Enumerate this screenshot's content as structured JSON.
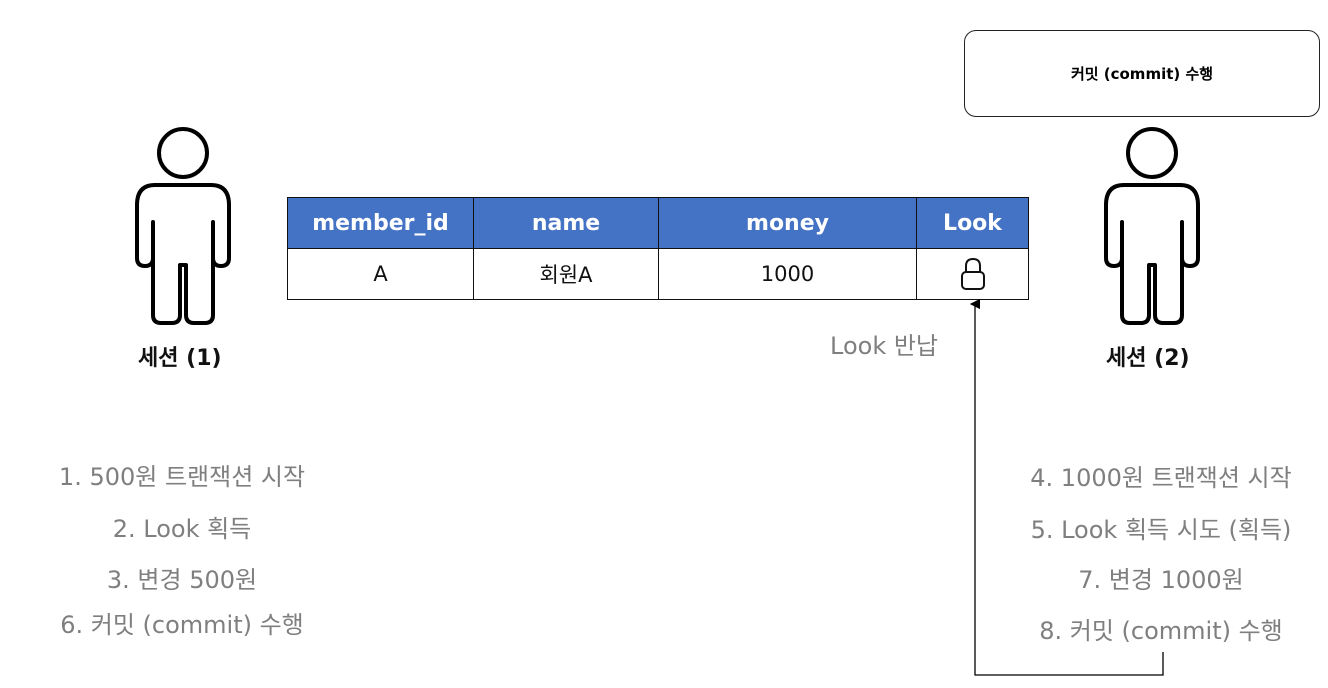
{
  "commit_box": {
    "label": "커밋 (commit) 수행"
  },
  "session1": {
    "label": "세션",
    "num": "(1)"
  },
  "session2": {
    "label": "세션",
    "num": "(2)"
  },
  "table": {
    "headers": [
      "member_id",
      "name",
      "money",
      "Look"
    ],
    "row": {
      "member_id": "A",
      "name": "회원A",
      "money": "1000",
      "look_icon": "lock-icon"
    }
  },
  "lock_return_label": "Look 반납",
  "session1_steps": [
    "1. 500원 트랜잭션 시작",
    "2. Look 획득",
    "3. 변경 500원",
    "6. 커밋 (commit) 수행"
  ],
  "session2_steps": [
    "4. 1000원 트랜잭션 시작",
    "5. Look 획득 시도 (획득)",
    "7. 변경 1000원",
    "8. 커밋 (commit) 수행"
  ],
  "colors": {
    "header_bg": "#4472c4",
    "grey_text": "#7f7f7f"
  }
}
